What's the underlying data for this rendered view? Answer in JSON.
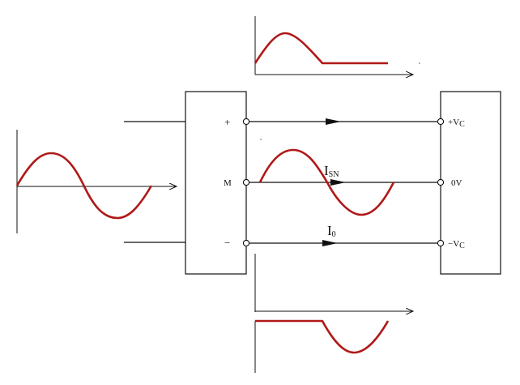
{
  "labels": {
    "plus": "+",
    "mid": "M",
    "minus": "−",
    "right_top_main": "+V",
    "right_top_sub": "C",
    "right_mid": "0V",
    "right_bot_main": "−V",
    "right_bot_sub": "C",
    "current_sn_main": "I",
    "current_sn_sub": "SN",
    "current_0_main": "I",
    "current_0_sub": "0"
  },
  "colors": {
    "waveform": "#b01818",
    "line": "#111111",
    "background": "#ffffff"
  }
}
